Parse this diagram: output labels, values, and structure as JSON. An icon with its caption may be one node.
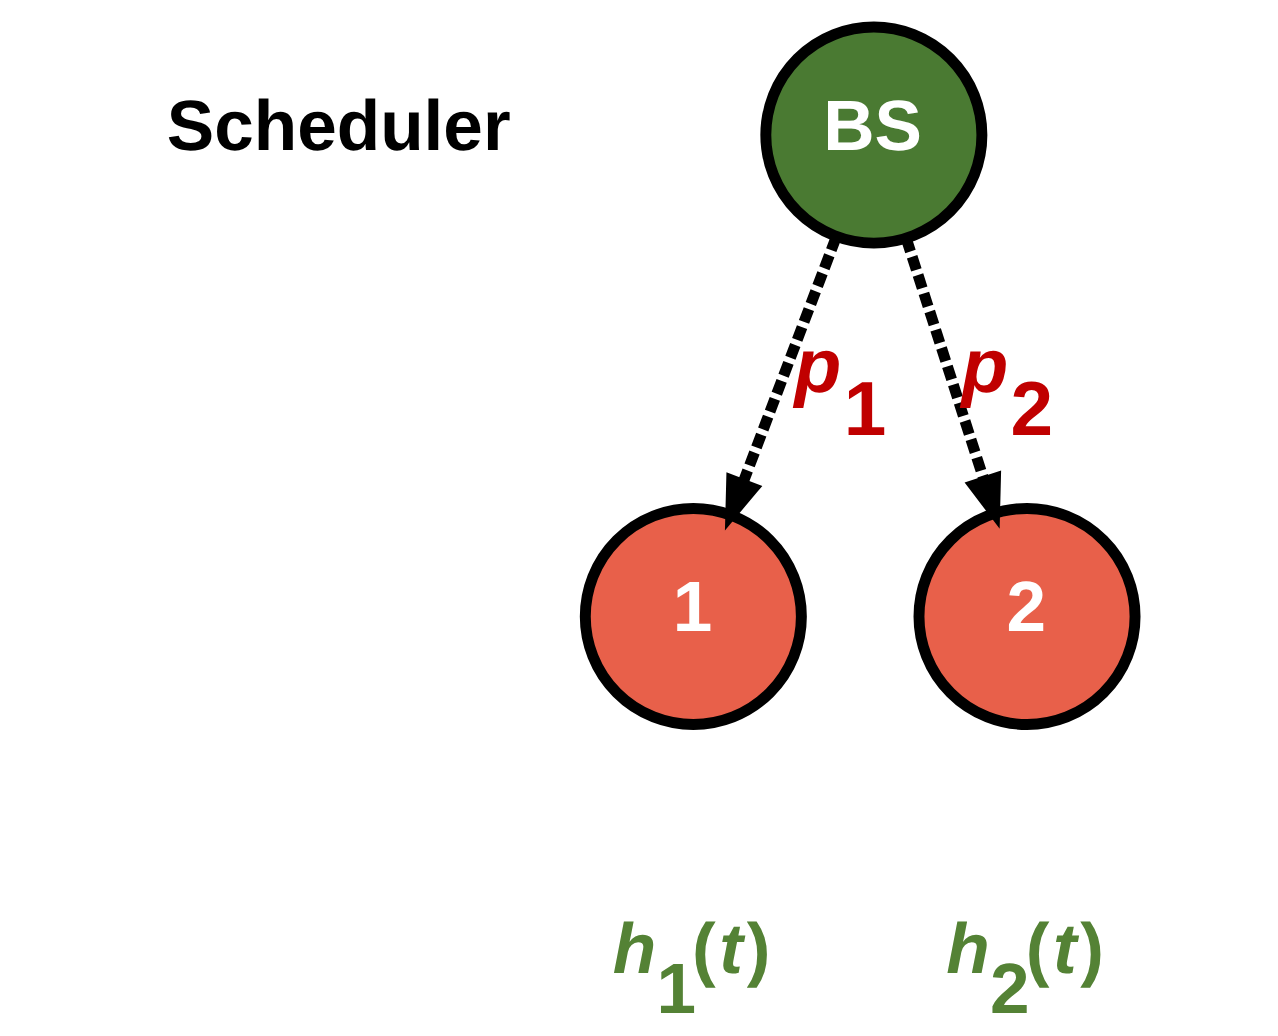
{
  "diagram": {
    "nodes": [
      {
        "text": [
          "BS"
        ],
        "beside": [
          "Scheduler"
        ]
      },
      {
        "text": [
          "1"
        ],
        "beside": [
          "*h*$_{1}$(*t*)"
        ]
      },
      {
        "text": [
          "2"
        ],
        "beside": [
          "*h*$_{2}$(*t*)"
        ]
      }
    ],
    "edges": [
      {
        "from": 0,
        "to": 1,
        "arrow": "to",
        "style": "dashed",
        "label": "*p*$_{1}$"
      },
      {
        "from": 0,
        "to": 2,
        "arrow": "to",
        "style": "dashed",
        "label": "*p*$_{2}$"
      }
    ]
  }
}
